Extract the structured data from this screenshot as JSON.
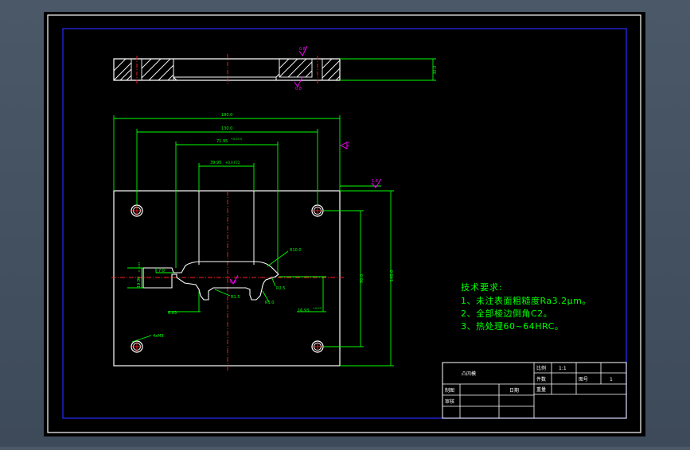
{
  "colors": {
    "background": "#000000",
    "frame": "#ffffff",
    "border": "#2020ff",
    "part": "#ffffff",
    "dimension": "#00ff00",
    "centerline": "#ff0000",
    "symbol": "#ff00ff",
    "notes_text": "#00ff00"
  },
  "section_view": {
    "roughness_symbols": [
      "0.8",
      "0.8"
    ],
    "thickness_dim": "30.0"
  },
  "dimensions": {
    "overall_width": "180.0",
    "hole_spacing": "130.0",
    "cavity_width": "71.95",
    "cavity_width_tol": "+0.03 0",
    "insert_width": "39.95",
    "insert_width_suffix": "+0.0 F72",
    "radius_top": "R10.0",
    "radius_mid": "R2.5",
    "radius_small": "R1.5",
    "radius_one": "R1.0",
    "left_offset": "19.90",
    "left_offset_tol": "0 -0.03",
    "left_tab": "7.0",
    "bottom_left": "6.83",
    "bottom_right": "16.93",
    "bottom_right_tol": "+0.03",
    "hole_vertical": "90.0",
    "overall_height": "140.0",
    "holes_note": "4xM8",
    "roughness_right": "1.6",
    "roughness_plate": "3.2",
    "roughness_center": "0.8"
  },
  "notes": {
    "heading": "技术要求:",
    "items": [
      "1、未注表面粗糙度Ra3.2μm。",
      "2、全部棱边倒角C2。",
      "3、热处理60~64HRC。"
    ]
  },
  "title_block": {
    "drawing_name": "凸凹模",
    "labels": {
      "scale": "比例",
      "quantity": "件数",
      "drawing_no": "图号",
      "weight": "重量",
      "drawn": "制图",
      "checked": "审核",
      "date": "日期"
    },
    "scale_value": "1:1",
    "sheet_value": "1"
  }
}
